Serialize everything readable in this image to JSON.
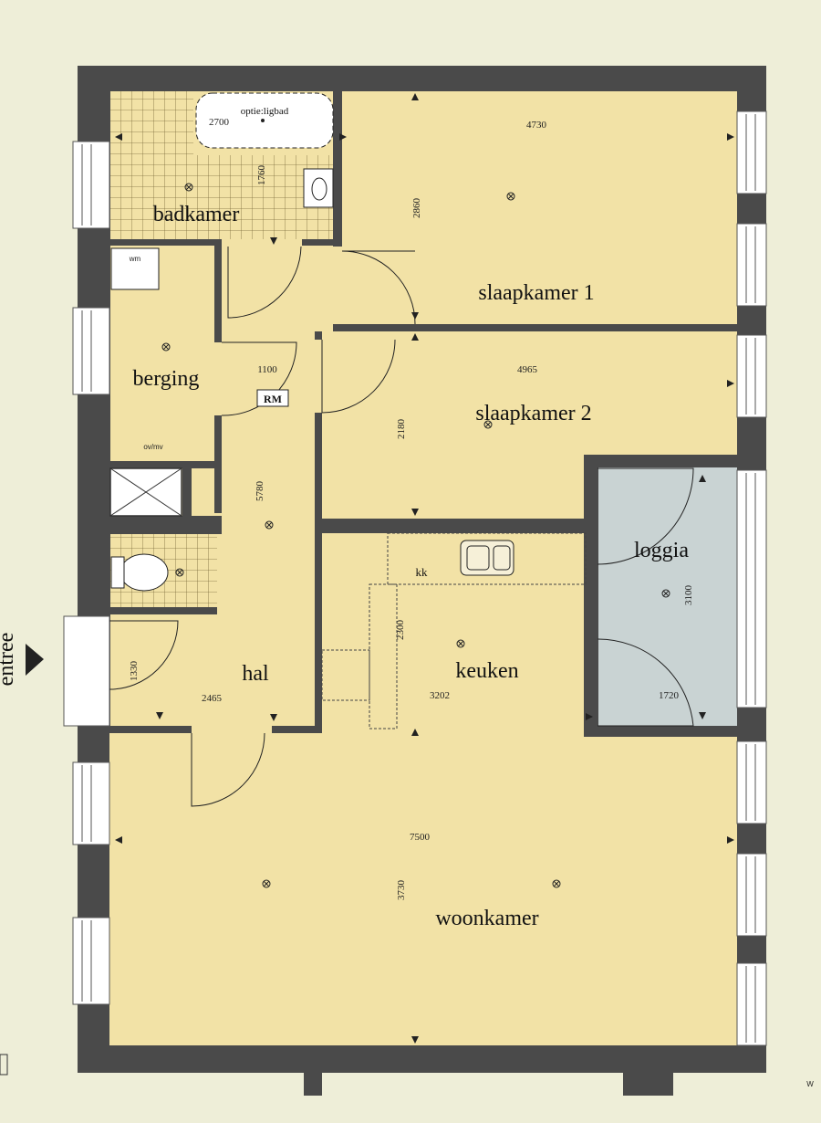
{
  "colors": {
    "page_bg": "#eeeed8",
    "floor": "#f2e2a6",
    "loggia": "#c9d3d3",
    "wall": "#4a4a4a",
    "window": "#ffffff",
    "tile_grid": "#7a6a3a"
  },
  "rooms": {
    "badkamer": "badkamer",
    "slaapkamer1": "slaapkamer 1",
    "slaapkamer2": "slaapkamer 2",
    "berging": "berging",
    "loggia": "loggia",
    "keuken": "keuken",
    "hal": "hal",
    "woonkamer": "woonkamer"
  },
  "labels": {
    "entree": "entree",
    "rm": "RM",
    "kk": "kk",
    "optie_ligbad": "optie:ligbad",
    "ovmv": "ov/mv",
    "wm": "wm",
    "corner_w": "W"
  },
  "dimensions": {
    "d2700": "2700",
    "d1760": "1760",
    "d4730": "4730",
    "d2860": "2860",
    "d1100": "1100",
    "d4965": "4965",
    "d2180": "2180",
    "d5780": "5780",
    "d2300": "2300",
    "d3100": "3100",
    "d1330": "1330",
    "d2465": "2465",
    "d3202": "3202",
    "d1720": "1720",
    "d7500": "7500",
    "d3730": "3730"
  }
}
